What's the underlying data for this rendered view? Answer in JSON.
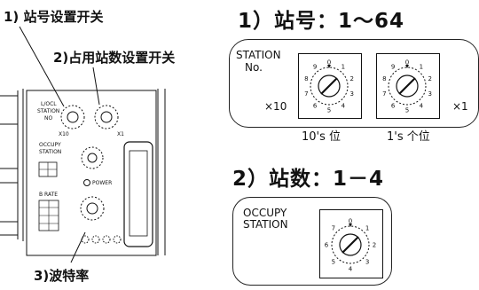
{
  "callouts": {
    "station_no_switch": "1) 站号设置开关",
    "occupied_station_switch": "2)占用站数设置开关",
    "baud_rate": "3)波特率"
  },
  "headings": {
    "station_range": "1）站号：1～64",
    "station_count": "2）站数：1－4"
  },
  "station_panel": {
    "title_line1": "STATION",
    "title_line2": "No.",
    "x10": "×10",
    "x1": "×1",
    "tens_label": "10's 位",
    "ones_label": "1's 个位"
  },
  "occupy_panel": {
    "title_line1": "OCCUPY",
    "title_line2": "STATION"
  },
  "device": {
    "l_station_line1": "L/OCL",
    "l_station_line2": "STATION",
    "l_station_line3": "NO",
    "x10": "X10",
    "x1": "X1",
    "occupy_line1": "OCCUPY",
    "occupy_line2": "STATION",
    "b_rate": "B RATE",
    "power": "POWER"
  },
  "dial_digits": [
    "0",
    "1",
    "2",
    "3",
    "4",
    "5",
    "6",
    "7",
    "8",
    "9"
  ],
  "occupy_dial_digits": [
    "0",
    "1",
    "2",
    "3",
    "4",
    "5",
    "6",
    "7"
  ],
  "colors": {
    "ink": "#111111",
    "paper": "#ffffff"
  }
}
